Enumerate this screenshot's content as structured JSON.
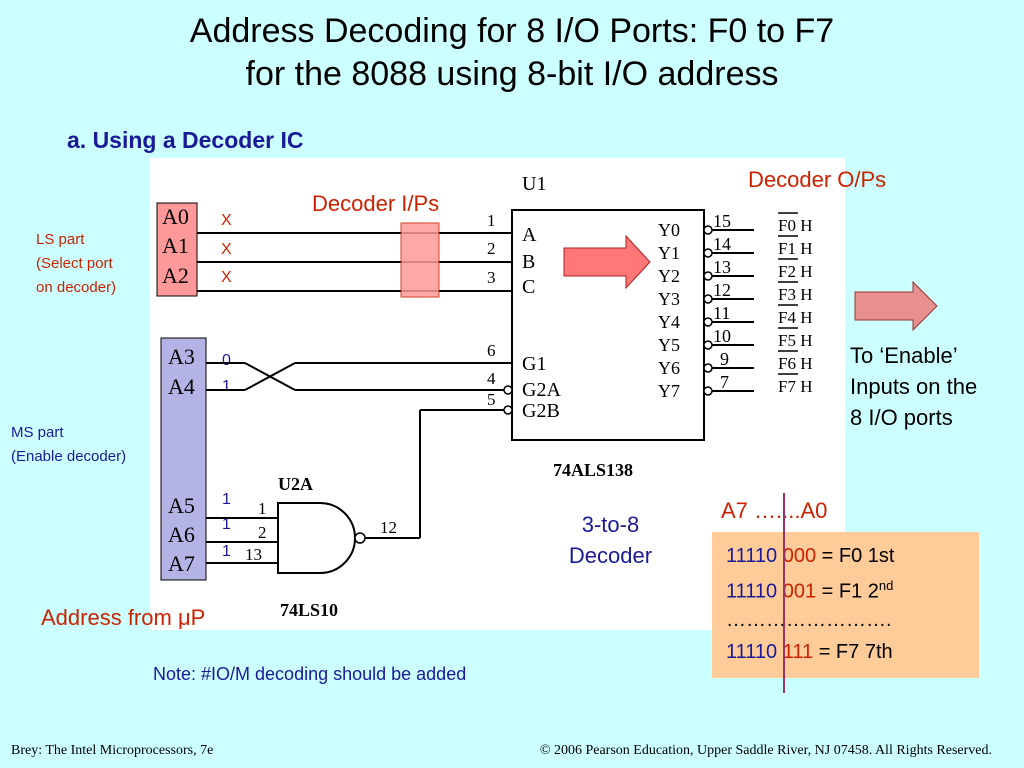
{
  "slide": {
    "title_line1": "Address Decoding for 8 I/O Ports: F0 to F7",
    "title_line2": "for the 8088 using 8-bit I/O address",
    "subtitle": "a. Using a Decoder IC",
    "footer_left": "Brey: The Intel Microprocessors, 7e",
    "footer_right": "© 2006 Pearson Education, Upper Saddle River, NJ 07458. All Rights Reserved."
  },
  "annotations": {
    "ls_part_line1": "LS part",
    "ls_part_line2": "(Select port",
    "ls_part_line3": "on decoder)",
    "ms_part_line1": "MS part",
    "ms_part_line2": "(Enable decoder)",
    "decoder_inputs": "Decoder I/Ps",
    "decoder_outputs": "Decoder O/Ps",
    "to_enable_line1": "To ‘Enable’",
    "to_enable_line2": "Inputs on the",
    "to_enable_line3": "8 I/O ports",
    "three_to_eight_line1": "3-to-8",
    "three_to_eight_line2": "Decoder",
    "address_from_prefix": "Address from ",
    "address_from_mu": "μ",
    "address_from_suffix": "P",
    "note": "Note: #IO/M decoding should be added",
    "a7_a0": "A7 …....A0"
  },
  "circuit": {
    "ls_inputs": [
      "A0",
      "A1",
      "A2"
    ],
    "ms_inputs_top": [
      "A3",
      "A4"
    ],
    "ms_inputs_bottom": [
      "A5",
      "A6",
      "A7"
    ],
    "ls_values": [
      "X",
      "X",
      "X"
    ],
    "ms_values_top": [
      "0",
      "1"
    ],
    "ms_values_bottom": [
      "1",
      "1",
      "1"
    ],
    "decoder_ref": "U1",
    "decoder_part": "74ALS138",
    "decoder_input_labels": [
      "A",
      "B",
      "C"
    ],
    "decoder_input_pins": [
      "1",
      "2",
      "3"
    ],
    "decoder_enable_labels": [
      "G1",
      "G2A",
      "G2B"
    ],
    "decoder_enable_pins": [
      "6",
      "4",
      "5"
    ],
    "decoder_outputs": [
      "Y0",
      "Y1",
      "Y2",
      "Y3",
      "Y4",
      "Y5",
      "Y6",
      "Y7"
    ],
    "decoder_output_pins": [
      "15",
      "14",
      "13",
      "12",
      "11",
      "10",
      "9",
      "7"
    ],
    "port_names": [
      "F0 H",
      "F1 H",
      "F2 H",
      "F3 H",
      "F4 H",
      "F5 H",
      "F6 H",
      "F7 H"
    ],
    "nand_ref": "U2A",
    "nand_part": "74LS10",
    "nand_input_pins": [
      "1",
      "2",
      "13"
    ],
    "nand_output_pin": "12"
  },
  "address_table": [
    {
      "fixed": "11110",
      "select": "000",
      "eq": " = F0 1st",
      "sup": ""
    },
    {
      "fixed": "11110",
      "select": "001",
      "eq": " = F1 2",
      "sup": "nd"
    },
    {
      "dots": "……………………."
    },
    {
      "fixed": "11110",
      "select": "111",
      "eq": " = F7 7th",
      "sup": ""
    }
  ],
  "colors": {
    "background": "#ccffff",
    "ls_box": "#ff9999",
    "ms_box": "#b3b3e6",
    "table_box": "#ffcc99",
    "red_text": "#cc2200",
    "blue_text": "#1a1a99"
  }
}
